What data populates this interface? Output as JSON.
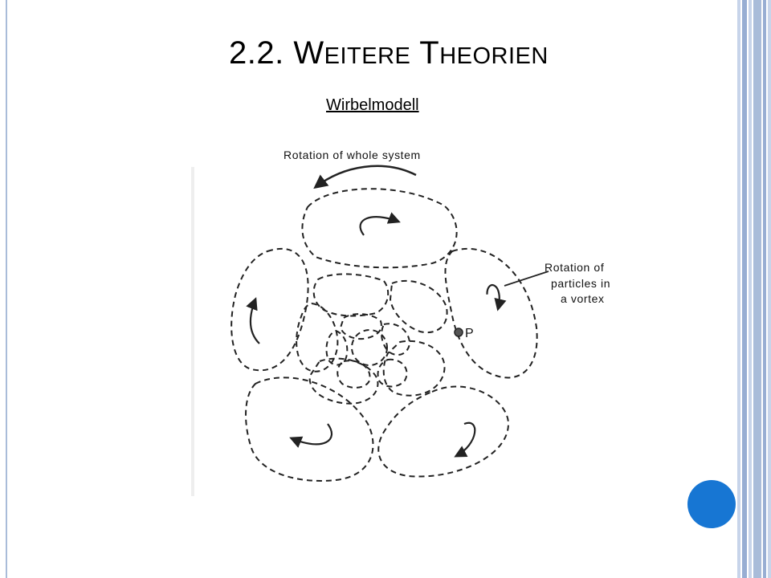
{
  "slide": {
    "title": "2.2. Weitere Theorien",
    "title_parts": {
      "num": "2.2. ",
      "w1_cap": "W",
      "w1_rest": "EITERE",
      "w2_cap": "T",
      "w2_rest": "HEORIEN"
    },
    "subtitle": "Wirbelmodell"
  },
  "diagram": {
    "label_system": "Rotation of whole system",
    "label_particles": [
      "Rotation of",
      "particles in",
      "a vortex"
    ],
    "label_point": "P"
  },
  "colors": {
    "accent_dot": "#1776d3",
    "frame_rule": "#a9bcd9",
    "strip_dark": "#98aed3",
    "strip_light": "#c7d4ea"
  }
}
